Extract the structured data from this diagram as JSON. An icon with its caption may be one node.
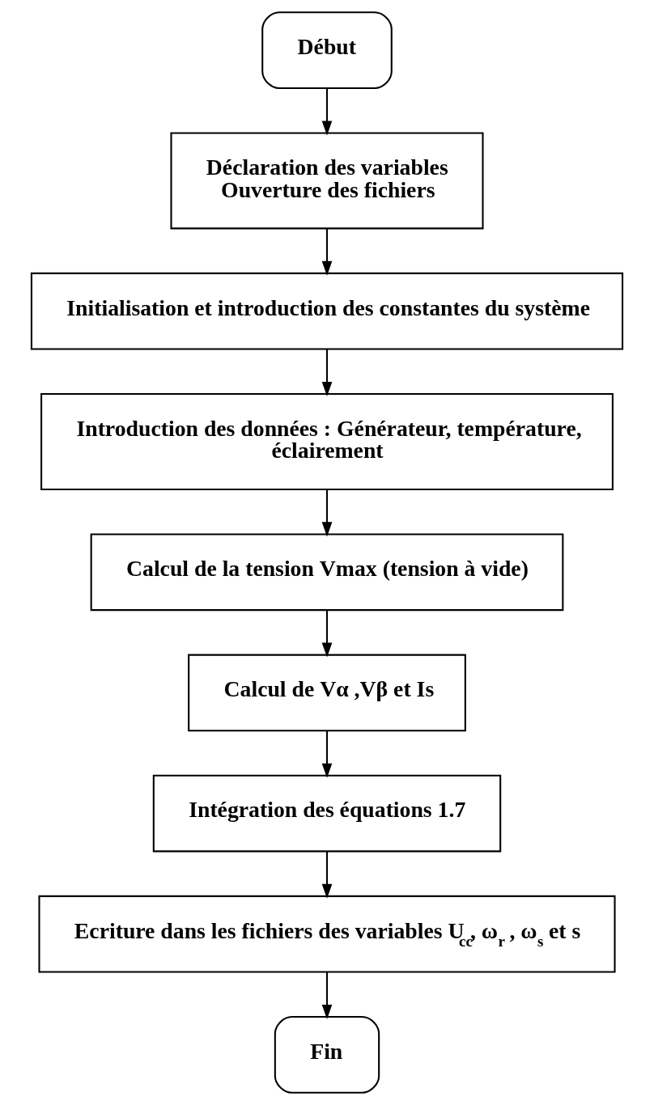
{
  "diagram": {
    "nodes": [
      {
        "text": [
          "Début"
        ]
      },
      {
        "text": [
          "Déclaration des variables",
          "Ouverture des fichiers"
        ]
      },
      {
        "text": [
          "Initialisation et introduction des constantes du système"
        ]
      },
      {
        "text": [
          "Introduction des données : Générateur, température, éclairement"
        ]
      },
      {
        "text": [
          "Calcul de la tension Vmax (tension à vide)"
        ]
      },
      {
        "text": [
          "Calcul de Vα ,Vβ et Is"
        ]
      },
      {
        "text": [
          "Intégration des équations 1.7"
        ]
      },
      {
        "text": [
          "Ecriture dans les fichiers des variables U$_{cc}$, ω$_{r}$ , ω$_{s}$ et s"
        ]
      },
      {
        "text": [
          "Fin"
        ]
      }
    ],
    "edges": [
      {
        "from": 0,
        "to": 1,
        "arrow": "to"
      },
      {
        "from": 1,
        "to": 2,
        "arrow": "to"
      },
      {
        "from": 2,
        "to": 3,
        "arrow": "to"
      },
      {
        "from": 3,
        "to": 4,
        "arrow": "to"
      },
      {
        "from": 4,
        "to": 5,
        "arrow": "to"
      },
      {
        "from": 5,
        "to": 6,
        "arrow": "to"
      },
      {
        "from": 6,
        "to": 7,
        "arrow": "to"
      },
      {
        "from": 7,
        "to": 8,
        "arrow": "to"
      }
    ]
  }
}
